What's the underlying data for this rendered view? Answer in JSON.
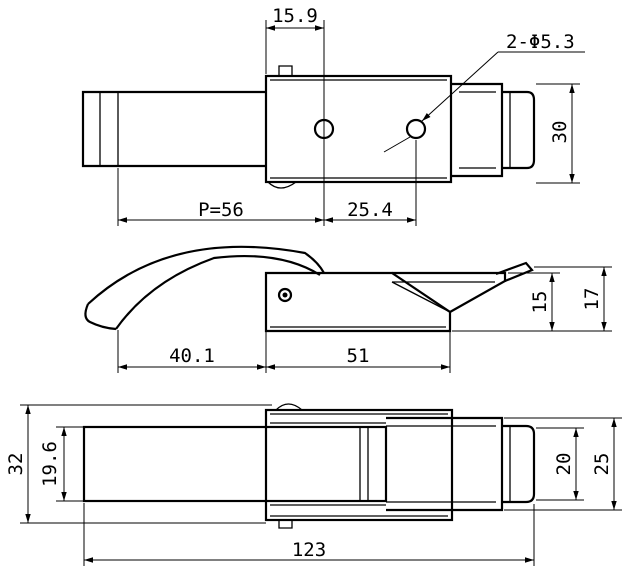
{
  "diagram": {
    "top_view": {
      "dims": {
        "hole_offset": "15.9",
        "hole_spec": "2-Φ5.3",
        "pitch": "P=56",
        "hole_spacing": "25.4",
        "height": "30"
      }
    },
    "side_view": {
      "dims": {
        "lever_length": "40.1",
        "base_length": "51",
        "base_height": "15",
        "overall_height": "17"
      }
    },
    "bottom_view": {
      "dims": {
        "outer_width": "32",
        "inner_width": "19.6",
        "keeper_inner": "20",
        "keeper_outer": "25",
        "overall_length": "123"
      }
    }
  }
}
